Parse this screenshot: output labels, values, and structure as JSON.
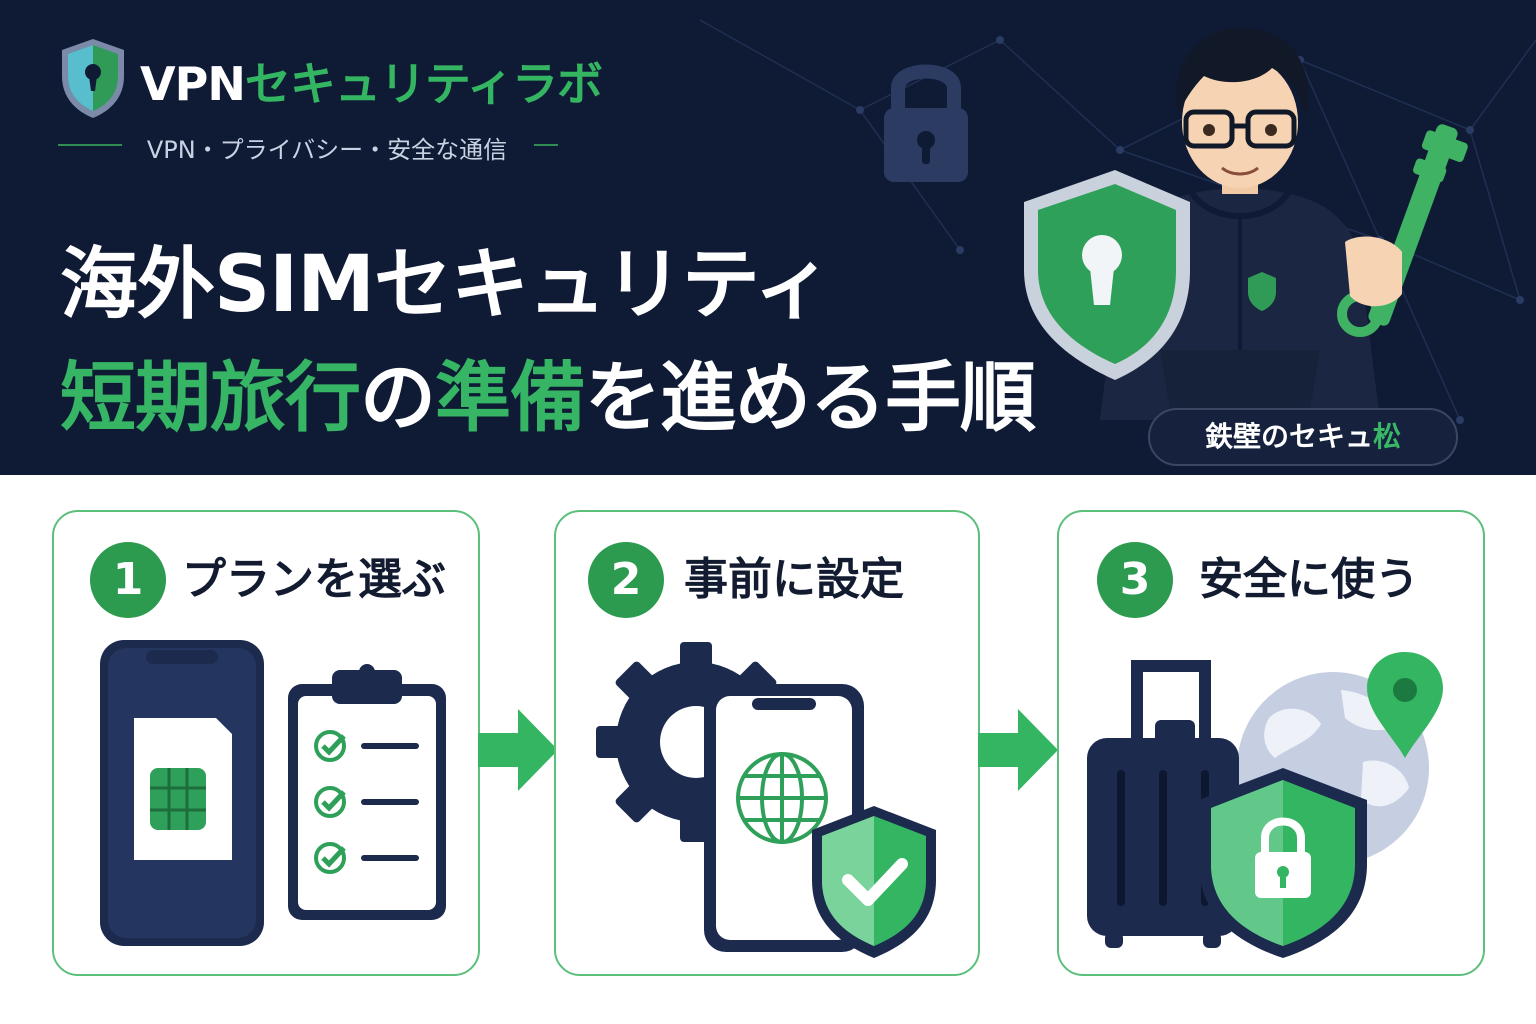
{
  "brand": {
    "name_part1": "VPN",
    "name_part2": "セキュリティラボ",
    "tagline": "VPN・プライバシー・安全な通信"
  },
  "headline": {
    "line1": "海外SIMセキュリティ",
    "line2_a": "短期旅行",
    "line2_b": "の",
    "line2_c": "準備",
    "line2_d": "を進める手順"
  },
  "character": {
    "name_main": "鉄壁のセキュ",
    "name_accent": "松"
  },
  "steps": [
    {
      "number": "1",
      "label": "プランを選ぶ"
    },
    {
      "number": "2",
      "label": "事前に設定"
    },
    {
      "number": "3",
      "label": "安全に使う"
    }
  ],
  "colors": {
    "navy": "#0f1b35",
    "green": "#2c9a4f",
    "light_green": "#36b565",
    "dark_text": "#121b30"
  }
}
